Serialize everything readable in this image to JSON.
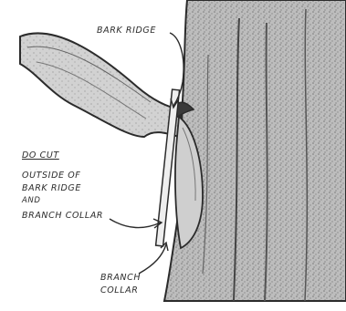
{
  "labels": {
    "bark_ridge": "BARK RIDGE",
    "do_cut": "DO CUT",
    "cut_lines": [
      "OUTSIDE OF",
      "BARK RIDGE",
      "AND",
      "BRANCH COLLAR"
    ],
    "branch_collar_lines": [
      "BRANCH",
      "COLLAR"
    ]
  },
  "colors": {
    "ink": "#2b2b2b",
    "trunk_shade": "#9a9a9a",
    "branch_shade": "#b3b3b3",
    "collar_shade": "#c8c8c8",
    "saw_blade": "#e8e8e8"
  }
}
